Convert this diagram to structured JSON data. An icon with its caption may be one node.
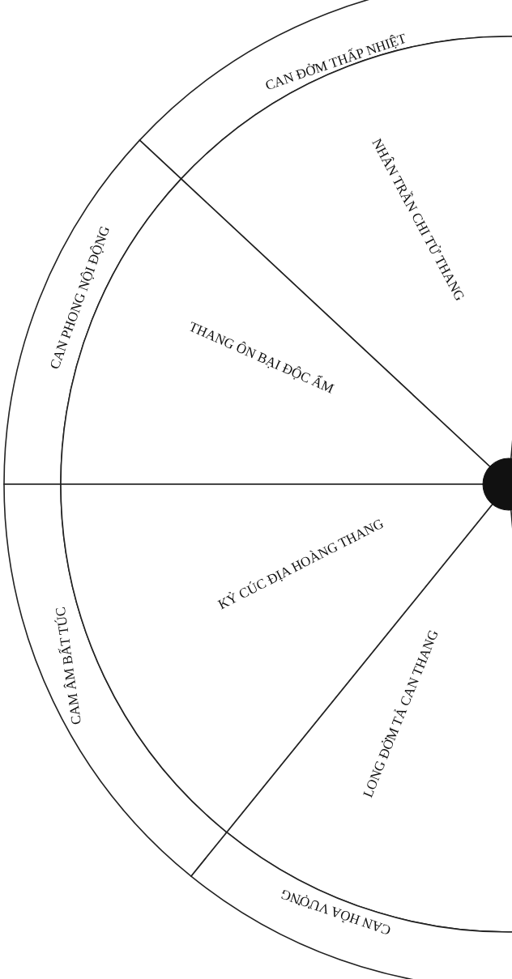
{
  "diagram": {
    "nodes": [
      {
        "text": [
          "CAN ĐỞM THẤP NHIỆT"
        ]
      },
      {
        "text": [
          "NHÂN TRẦN CHI TỬ THANG"
        ]
      },
      {
        "text": [
          "CAN PHONG NỘI ĐỘNG"
        ]
      },
      {
        "text": [
          "THANG ÔN BẠI ĐỘC ẨM"
        ]
      },
      {
        "text": [
          "CAM ÂM BẤT TÚC"
        ]
      },
      {
        "text": [
          "KỶ CÚC ĐỊA HOÀNG THANG"
        ]
      },
      {
        "text": [
          "LONG ĐỞM TẢ CAN THANG"
        ]
      },
      {
        "text": [
          "CAN HỎA VƯỢNG"
        ]
      },
      {
        "text": [],
        "shape": "circle"
      }
    ]
  }
}
